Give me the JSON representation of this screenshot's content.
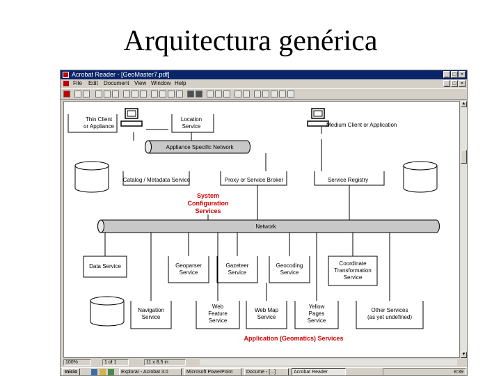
{
  "slide": {
    "title": "Arquitectura genérica"
  },
  "window": {
    "title": "Acrobat Reader - [GeoMaster7.pdf]",
    "menu": [
      "File",
      "Edit",
      "Document",
      "View",
      "Window",
      "Help"
    ]
  },
  "diagram": {
    "thin_client": "Thin Client\nor Appliance",
    "location_service": "Location\nService",
    "medium_client": "Medium Client or Application",
    "appliance_network": "Appliance Specific Network",
    "catalog_service": "Catalog / Metadata Service",
    "proxy_broker": "Proxy or Service Broker",
    "service_registry": "Service Registry",
    "system_config": "System\nConfiguration\nServices",
    "network": "Network",
    "data_service": "Data Service",
    "geoparser": "Geoparser\nService",
    "gazeteer": "Gazeteer\nService",
    "geocoding": "Geocoding\nService",
    "coord_transform": "Coordinate\nTransformation\nService",
    "navigation": "Navigation\nService",
    "web_feature": "Web\nFeature\nService",
    "web_map": "Web Map\nService",
    "yellow_pages": "Yellow\nPages\nService",
    "other_services": "Other Services\n(as yet undefined)",
    "app_services": "Application (Geomatics) Services",
    "accent_color": "#d00000",
    "network_color": "#c8c8c8"
  },
  "status": {
    "page": "1 of 1",
    "zoom": "100%",
    "size": "11 x 8.5 in"
  },
  "taskbar": {
    "start": "Inicio",
    "tasks": [
      "Explorar - Acrobat 3.0",
      "Microsoft PowerPoint",
      "Docume - [...]",
      "Acrobat Reader"
    ],
    "clock": "8:39"
  }
}
